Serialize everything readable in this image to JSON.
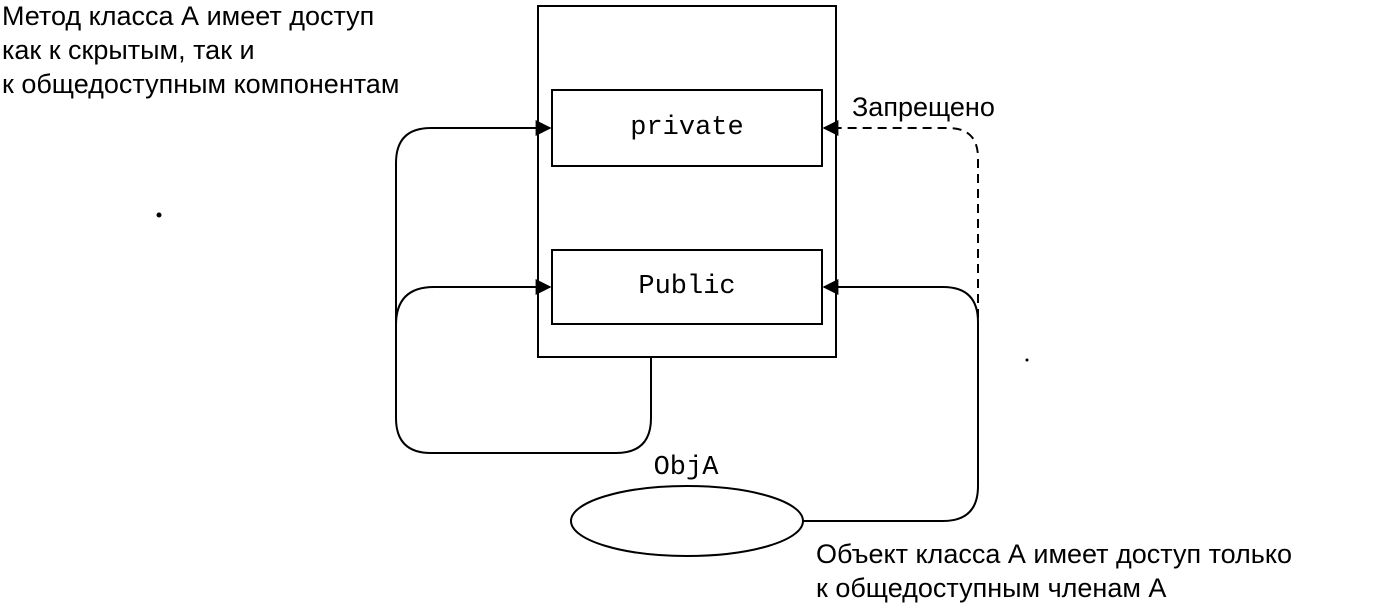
{
  "method_note": {
    "lines": [
      "Метод класса А имеет доступ",
      "как к скрытым, так и",
      "к общедоступным компонентам"
    ]
  },
  "forbidden_label": "Запрещено",
  "object_note": {
    "lines": [
      "Объект класса А имеет доступ только",
      "к общедоступным членам А"
    ]
  },
  "boxes": {
    "private_label": "private",
    "public_label": "Public"
  },
  "object_label": "ObjA",
  "colors": {
    "ink": "#000000",
    "background": "#ffffff"
  }
}
